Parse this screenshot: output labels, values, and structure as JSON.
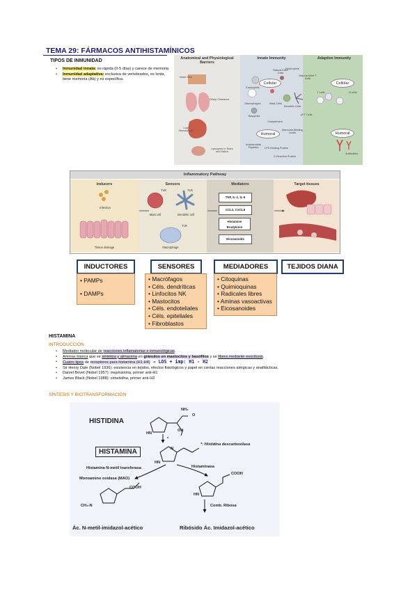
{
  "title": "TEMA 29: FÁRMACOS ANTIHISTAMÍNICOS",
  "section1": {
    "heading": "TIPOS DE INMUNIDAD",
    "bullets": [
      {
        "term": "Inmunidad innata:",
        "text": " es rápida (0-5 días) y carece de memoria"
      },
      {
        "term": "Inmunidad adaptativa:",
        "text": " exclusiva de vertebrados, es lenta, tiene memoria (Ab) y es específica."
      }
    ]
  },
  "immunity_figure": {
    "headers": [
      "Anatomical and Physiological Barriers",
      "Innate Immunity",
      "Adaptive Immunity"
    ],
    "labels_left": [
      "Intact Skin",
      "Ciliary Clearance",
      "Low Stomach pH",
      "Lysozyme in Tears and Saliva"
    ],
    "labels_innate": [
      "Natural Killer Cells",
      "Neutrophils",
      "Eosinophils",
      "Cellular",
      "Macrophages",
      "Mast Cells",
      "Dendritic Cells",
      "Basophils",
      "Complement",
      "Humoral",
      "Mannose-Binding Lectin",
      "Antimicrobial Peptides",
      "LPS Binding Protein",
      "C-Reactive Protein",
      "Natural Killer T Cells",
      "γδ T Cells"
    ],
    "labels_adaptive": [
      "Cellular",
      "T cells",
      "B cells",
      "Humoral",
      "Antibodies"
    ]
  },
  "inflammatory": {
    "title": "Inflammatory Pathway",
    "sections": [
      "Inducers",
      "Sensors",
      "Mediators",
      "Target tissues"
    ],
    "inducer_labels": [
      "Infection",
      "Tissue damage"
    ],
    "sensor_labels": [
      "TLR",
      "TLR",
      "Mast cell",
      "Dendritic cell",
      "TLR",
      "Macrophage"
    ],
    "mediator_boxes": [
      "TNF, IL-1, IL-6",
      "CCL2, CXCL8",
      "Histamine Bradykinin",
      "Eicosanoids"
    ]
  },
  "categories": [
    {
      "title": "INDUCTORES",
      "items": [
        "• PAMPs",
        "• DAMPs"
      ]
    },
    {
      "title": "SENSORES",
      "items": [
        "• Macrófagos",
        "• Céls. dendríticas",
        "• Linfocitos NK",
        "• Mastocitos",
        "• Céls. endoteliales",
        "• Céls. epiteliales",
        "• Fibroblastos"
      ]
    },
    {
      "title": "MEDIADORES",
      "items": [
        "• Citoquinas",
        "• Quimioquinas",
        "• Radicales libres",
        "• Aminas vasoactivas",
        "• Eicosanoides"
      ]
    },
    {
      "title": "TEJIDOS DIANA",
      "items": []
    }
  ],
  "histamina": {
    "heading": "HISTAMINA",
    "intro_heading": "INTRODUCCIÓN",
    "bullets": [
      [
        "Mediador molecular de ",
        "reacciones inflamatorias e inmunológicas",
        "."
      ],
      [
        "Aminas básica",
        " que se ",
        "sintetiza y almacena",
        " en ",
        "gránulos en mastocitos y basófilos",
        " y se ",
        "libera mediante exocitosis",
        "."
      ],
      [
        "Cuatro tipos",
        " de ",
        "receptores para histamina (H1-H4)",
        " → ",
        "LOS + imp: H1 - H2"
      ],
      [
        "Sir Henry Dale (Nobel 1936): existencia en tejidos, efectos fisiológicos y papel en ciertas reacciones alérgicas y anafilácticas."
      ],
      [
        "Daniel Bovet (Nobel 1957): ",
        "mepiramina",
        ", primer anti-H1"
      ],
      [
        "James Black (Nobel 1988): ",
        "cimetidina",
        ", primer anti-H2"
      ]
    ],
    "synth_heading": "SÍNTESIS Y BIOTRANSFORMACIÓN"
  },
  "synthesis_figure": {
    "histidina": "HISTIDINA",
    "histamina": "HISTAMINA",
    "decarboxylase": "*: Histidina descarboxilasa",
    "nmt": "Histamina N-metil transferasa",
    "mao": "Monoamino oxidasa (MAO)",
    "histaminasa": "Histaminasa",
    "comb": "Comb. Ribosa",
    "product1": "Ác. N-metil-imidazol-acético",
    "product2": "Ribósido Ác. Imidazol-acético",
    "nh2": "NH₂",
    "oh": "OH",
    "o": "O",
    "hn": "HN",
    "n": "N",
    "cooh": "COOH",
    "ch3n": "CH₃-N",
    "star": "*"
  }
}
